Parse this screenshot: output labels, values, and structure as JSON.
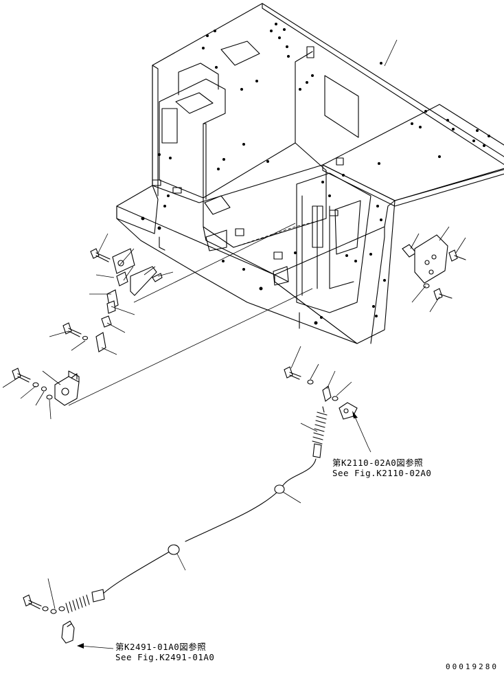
{
  "references": [
    {
      "ja": "第K2110-02A0図参照",
      "en": "See Fig.K2110-02A0"
    },
    {
      "ja": "第K2491-01A0図参照",
      "en": "See Fig.K2491-01A0"
    }
  ],
  "drawing_number": "00019280"
}
